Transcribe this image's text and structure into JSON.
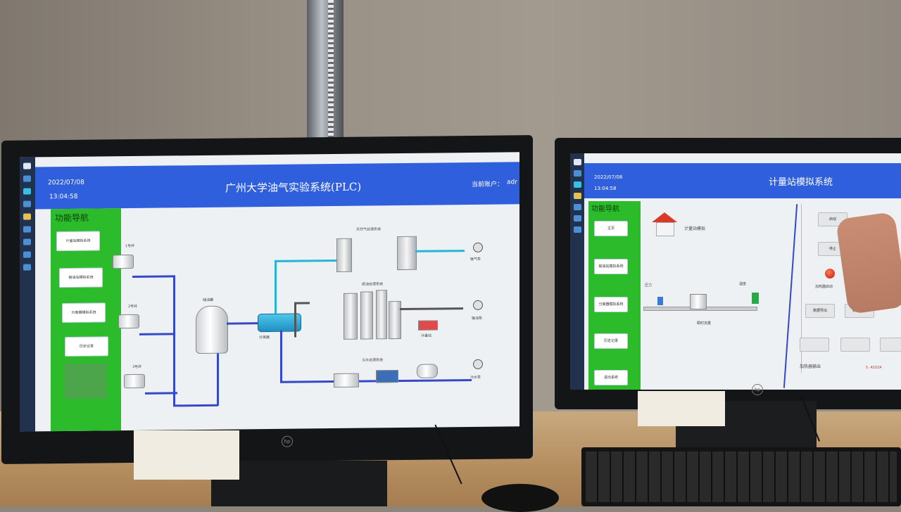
{
  "left_screen": {
    "header_title": "广州大学油气实验系统(PLC)",
    "date": "2022/07/08",
    "time": "13:04:58",
    "user_label": "当前账户：",
    "user_value": "adr",
    "side_title": "功能导航",
    "nav_buttons": [
      "计量站模拟系统",
      "输油站模拟系统",
      "分离器模拟系统",
      "历史记录"
    ],
    "labels": {
      "well1": "1号井",
      "well2": "2号井",
      "well3": "3号井",
      "storage_tank": "储油罐",
      "separator": "分离器",
      "gas_system": "天然气处理系统",
      "oil_system": "原油处理系统",
      "water_system": "污水处理系统",
      "exhaust_pump": "输气泵",
      "oil_pump": "输油泵",
      "water_pump": "污水泵",
      "meter": "计量站"
    }
  },
  "right_screen": {
    "header_title": "计量站模拟系统",
    "date": "2022/07/08",
    "time": "13:04:58",
    "side_title": "功能导航",
    "nav_buttons": [
      "主页",
      "输油站模拟系统",
      "分离器模拟系统",
      "历史记录",
      "退出系统"
    ],
    "station_label": "计量站模拟",
    "pressure_label": "压力",
    "temp_label": "温度",
    "flow_label": "瞬时流量",
    "controls_label": "加热器输出",
    "buttons": [
      "启动",
      "停止",
      "加热器启动",
      "数据导出",
      "数据打印"
    ],
    "footer_text": "5. 4202A"
  },
  "colors": {
    "header_blue": "#2f5fdc",
    "nav_green": "#2cbb2a",
    "pipe_blue": "#3448c8",
    "pipe_cyan": "#27b5d6"
  }
}
